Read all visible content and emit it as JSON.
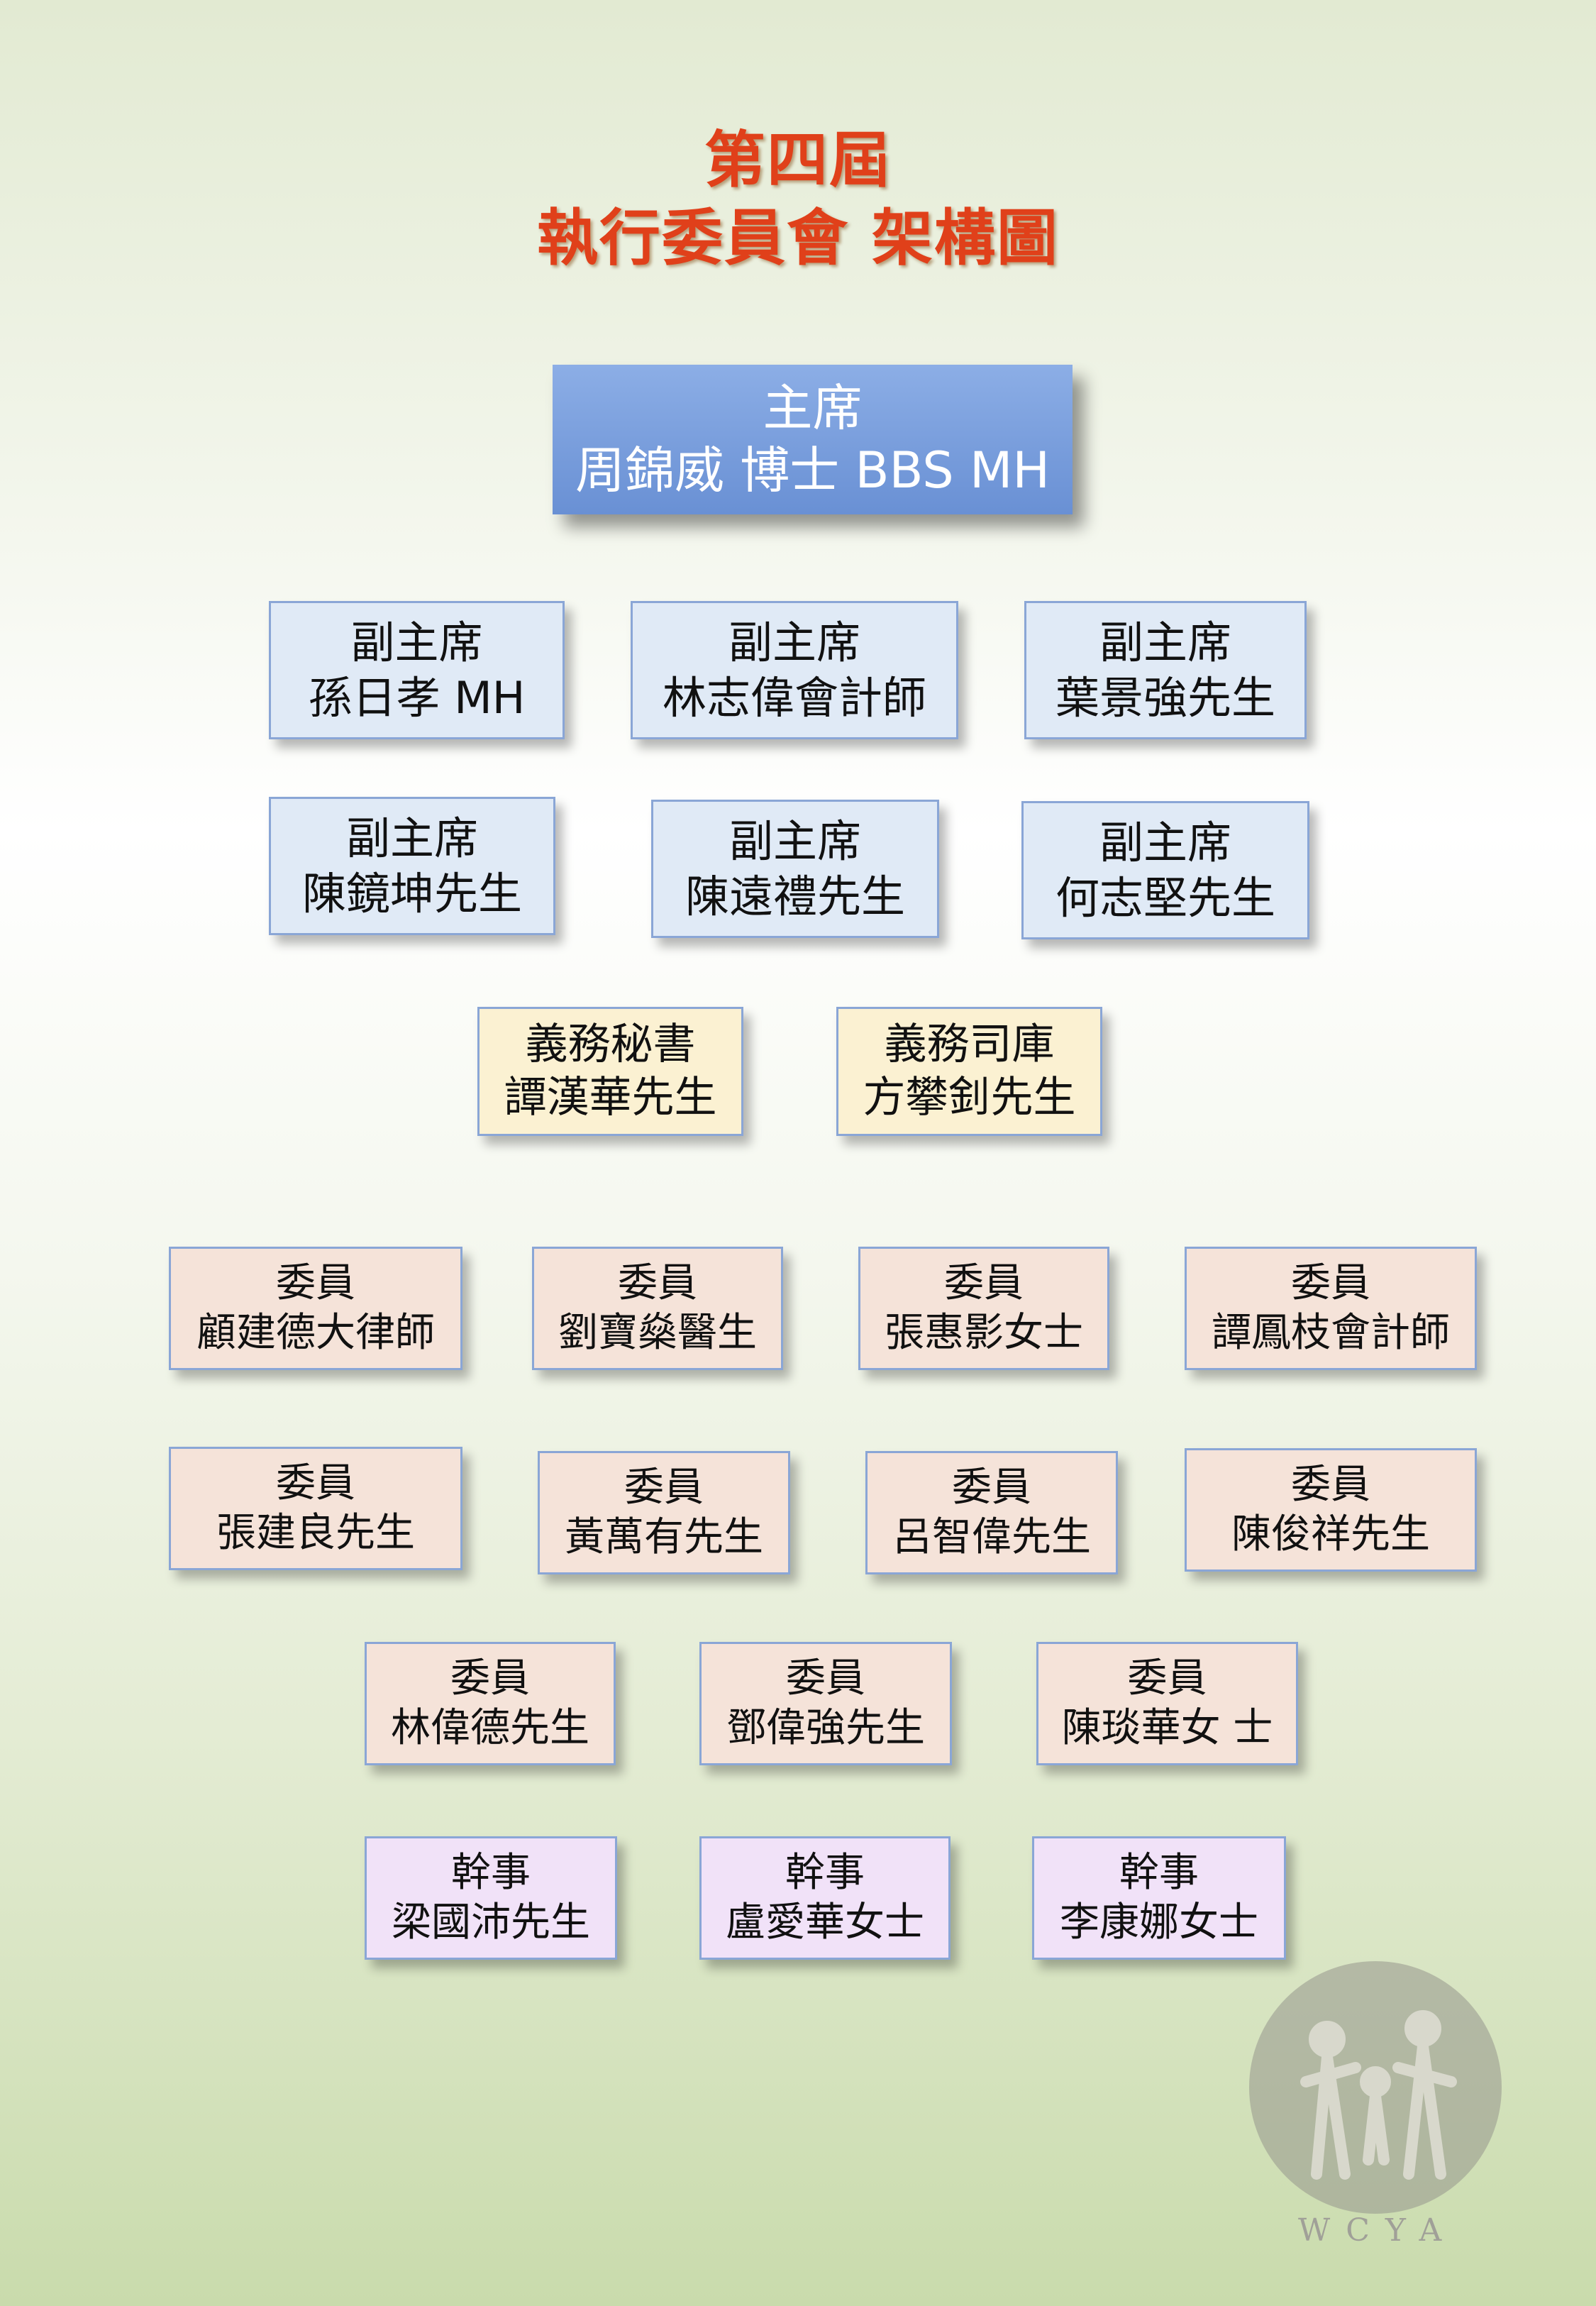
{
  "title": {
    "line1": "第四屆",
    "line2": "執行委員會 架構圖"
  },
  "chairman": {
    "role": "主席",
    "name": "周錦威 博士 BBS MH"
  },
  "vice_chairs": [
    {
      "role": "副主席",
      "name": "孫日孝 MH"
    },
    {
      "role": "副主席",
      "name": "林志偉會計師"
    },
    {
      "role": "副主席",
      "name": "葉景強先生"
    },
    {
      "role": "副主席",
      "name": "陳鏡坤先生"
    },
    {
      "role": "副主席",
      "name": "陳遠禮先生"
    },
    {
      "role": "副主席",
      "name": "何志堅先生"
    }
  ],
  "officers": [
    {
      "role": "義務秘書",
      "name": "譚漢華先生"
    },
    {
      "role": "義務司庫",
      "name": "方攀釗先生"
    }
  ],
  "members": [
    {
      "role": "委員",
      "name": "顧建德大律師"
    },
    {
      "role": "委員",
      "name": "劉寶燊醫生"
    },
    {
      "role": "委員",
      "name": "張惠影女士"
    },
    {
      "role": "委員",
      "name": "譚鳳枝會計師"
    },
    {
      "role": "委員",
      "name": "張建良先生"
    },
    {
      "role": "委員",
      "name": "黃萬有先生"
    },
    {
      "role": "委員",
      "name": "呂智偉先生"
    },
    {
      "role": "委員",
      "name": "陳俊祥先生"
    },
    {
      "role": "委員",
      "name": "林偉德先生"
    },
    {
      "role": "委員",
      "name": "鄧偉強先生"
    },
    {
      "role": "委員",
      "name": "陳琰華女 士"
    }
  ],
  "staff": [
    {
      "role": "幹事",
      "name": "梁國沛先生"
    },
    {
      "role": "幹事",
      "name": "盧愛華女士"
    },
    {
      "role": "幹事",
      "name": "李康娜女士"
    }
  ],
  "logo": {
    "text": "WCYA"
  },
  "colors": {
    "title": "#e0401a",
    "chair": "#6f95d8",
    "vice": "#e0eaf6",
    "officer": "#fbf1d2",
    "member": "#f5e3d9",
    "staff": "#f1e2f8"
  }
}
